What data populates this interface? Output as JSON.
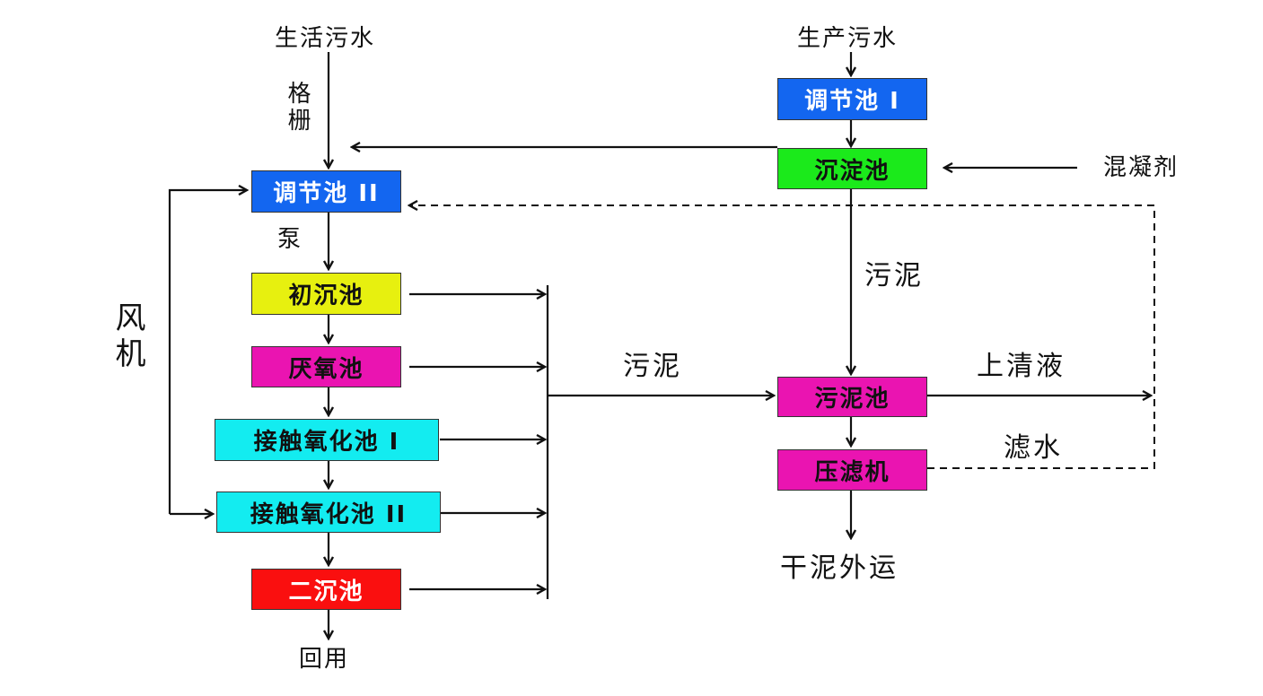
{
  "inputs": {
    "domestic_sewage": "生活污水",
    "production_sewage": "生产污水",
    "coagulant": "混凝剂"
  },
  "process_units": {
    "equalization_tank_1": "调节池 I",
    "equalization_tank_2": "调节池 II",
    "sedimentation_tank": "沉淀池",
    "primary_clarifier": "初沉池",
    "anaerobic_tank": "厌氧池",
    "contact_oxidation_tank_1": "接触氧化池 I",
    "contact_oxidation_tank_2": "接触氧化池 II",
    "secondary_clarifier": "二沉池",
    "sludge_tank": "污泥池",
    "filter_press": "压滤机"
  },
  "flow_labels": {
    "grille": "格栅",
    "pump": "泵",
    "blower": "风机",
    "sludge_right": "污泥",
    "sludge_middle": "污泥",
    "supernatant": "上清液",
    "filtrate": "滤水"
  },
  "outputs": {
    "reuse": "回用",
    "dry_sludge_export": "干泥外运"
  },
  "colors": {
    "equalization_tank": "#1366f0",
    "sedimentation_tank": "#1bea1b",
    "primary_clarifier": "#e7f00f",
    "anaerobic_tank": "#ea14b1",
    "contact_oxidation_tank": "#13ecf0",
    "secondary_clarifier": "#fa0f0f",
    "sludge_units": "#ea14b1",
    "line": "#111111"
  }
}
